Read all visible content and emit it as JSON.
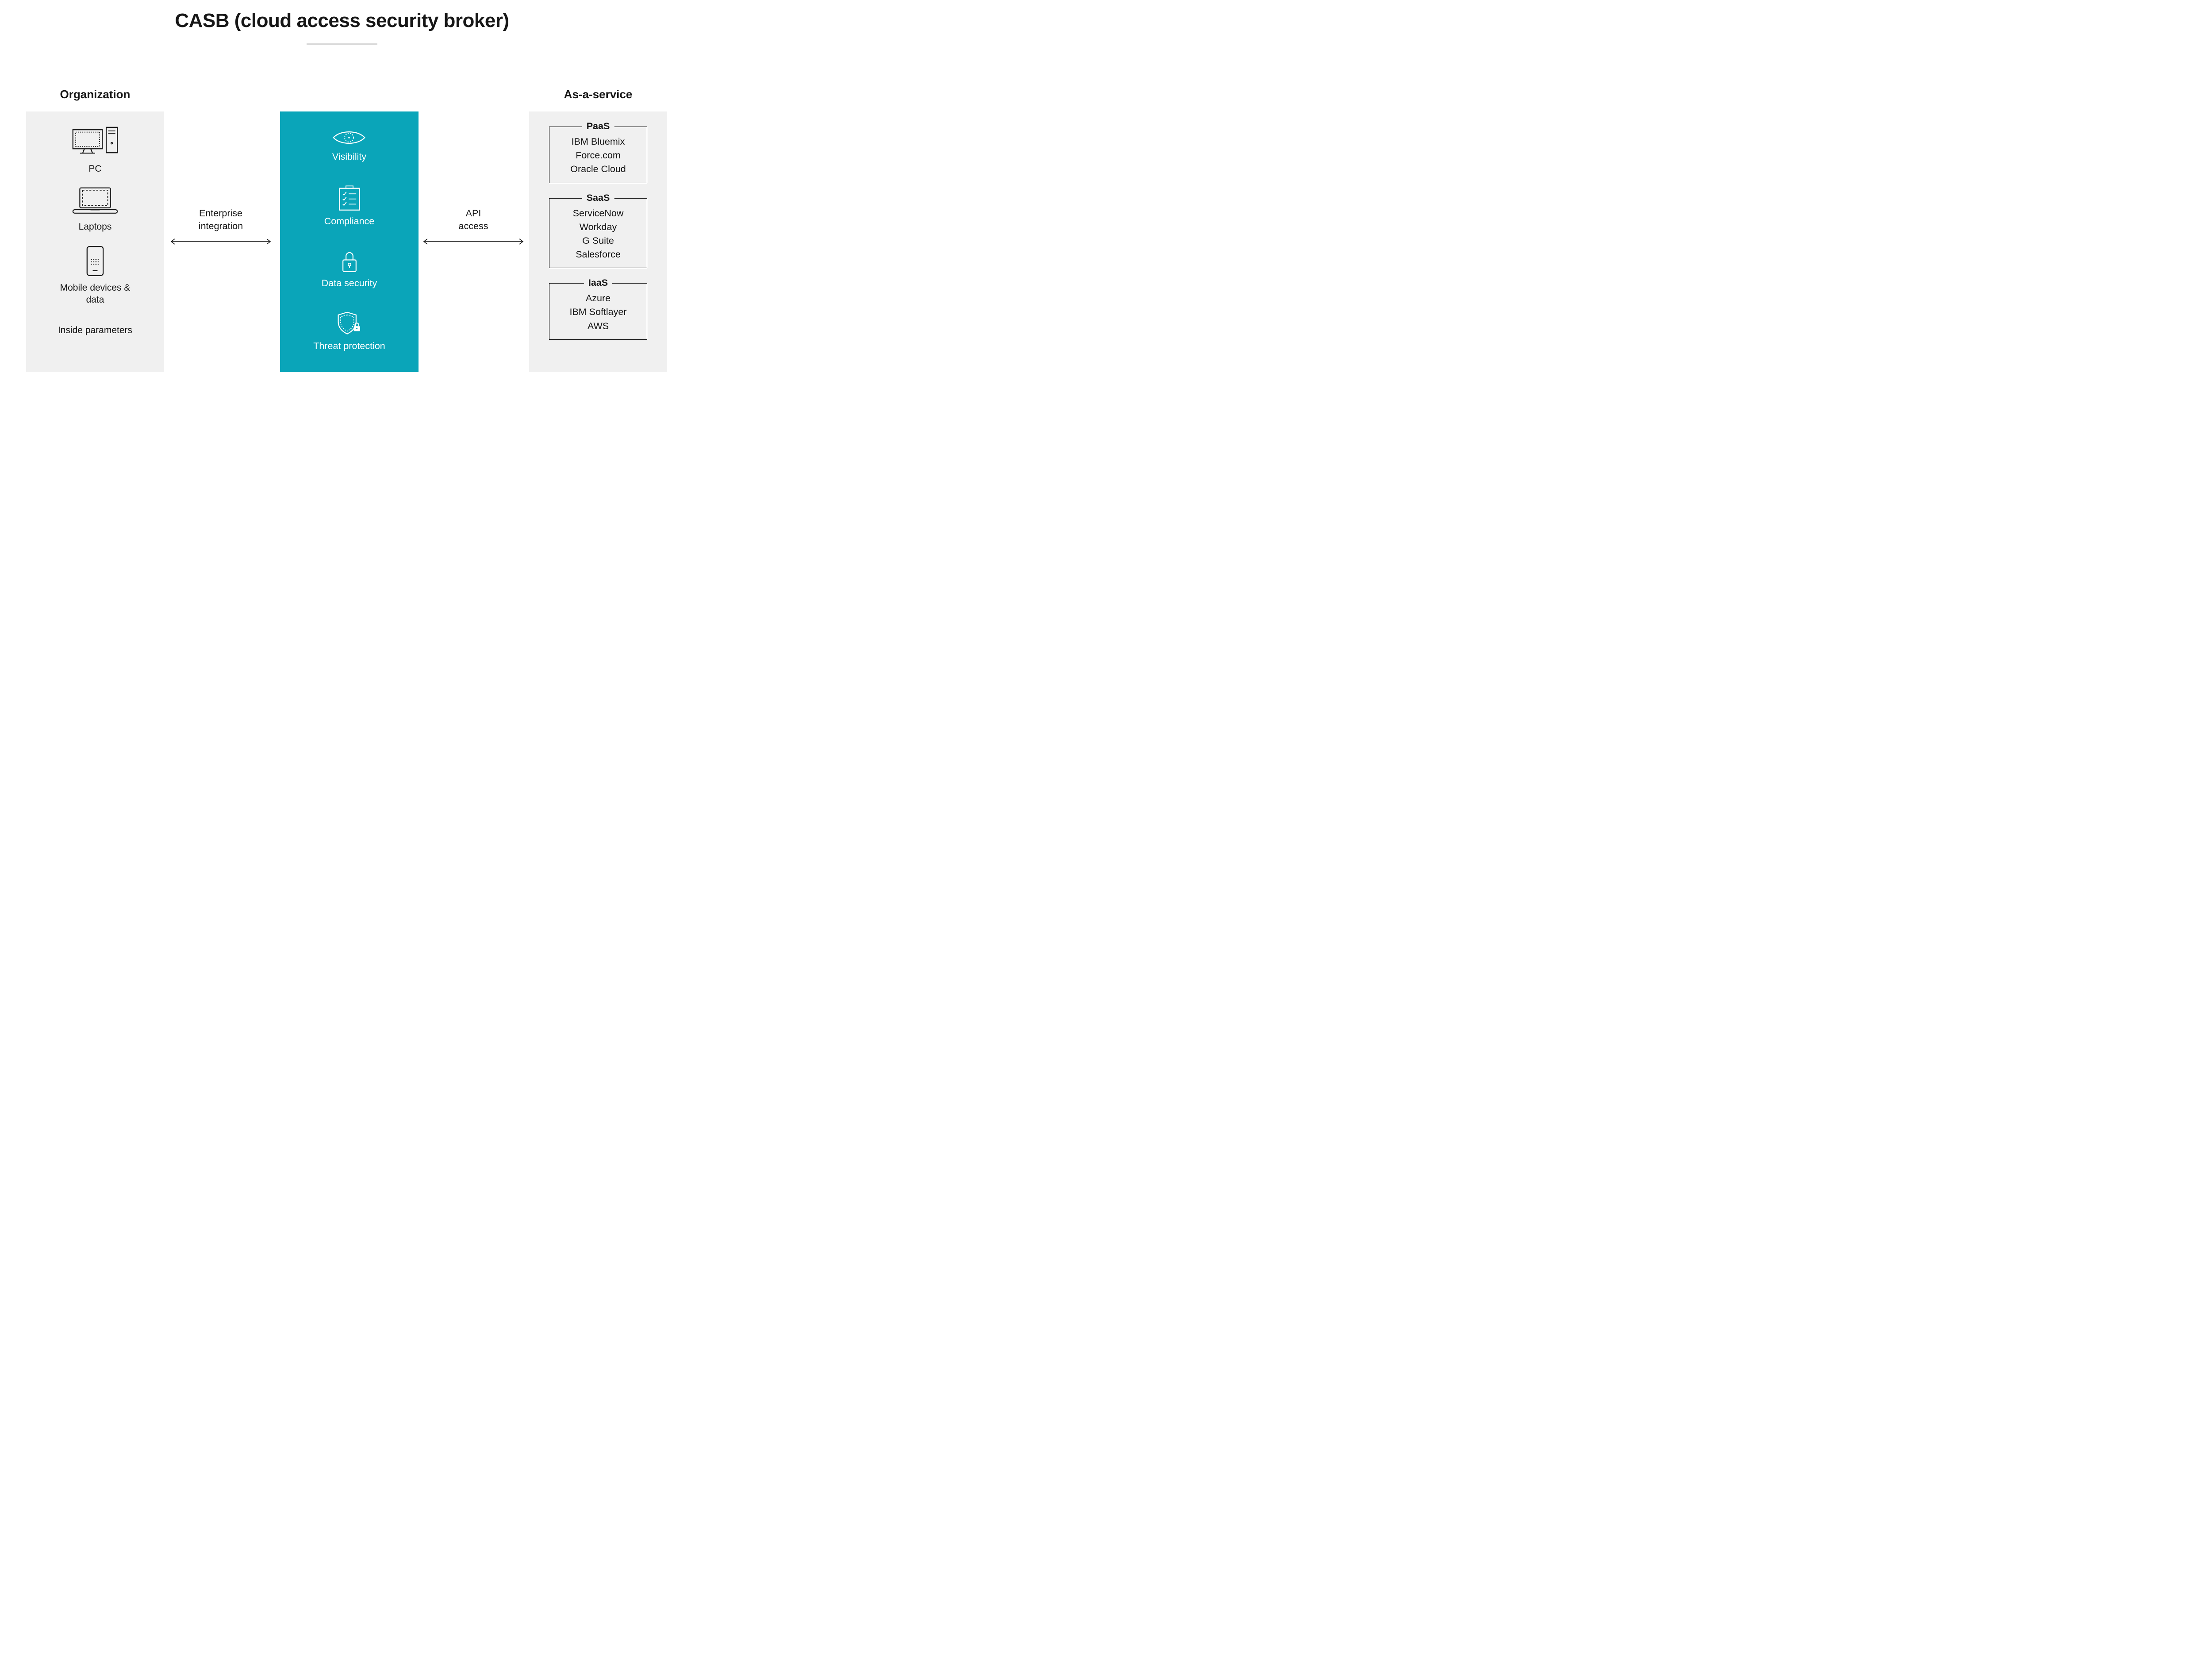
{
  "title": "CASB (cloud access security broker)",
  "colors": {
    "teal": "#0aa5b9",
    "panel_gray": "#f0f0f0",
    "text_dark": "#161616",
    "divider_gray": "#d9d9d9",
    "white": "#ffffff"
  },
  "organization": {
    "heading": "Organization",
    "items": [
      {
        "icon": "pc-icon",
        "label": "PC"
      },
      {
        "icon": "laptop-icon",
        "label": "Laptops"
      },
      {
        "icon": "mobile-icon",
        "label": "Mobile devices & data"
      }
    ],
    "footer": "Inside parameters"
  },
  "casb": {
    "items": [
      {
        "icon": "eye-icon",
        "label": "Visibility"
      },
      {
        "icon": "checklist-icon",
        "label": "Compliance"
      },
      {
        "icon": "lock-icon",
        "label": "Data security"
      },
      {
        "icon": "shield-lock-icon",
        "label": "Threat protection"
      }
    ]
  },
  "connectors": {
    "left": "Enterprise integration",
    "right": "API access"
  },
  "as_a_service": {
    "heading": "As-a-service",
    "groups": [
      {
        "title": "PaaS",
        "items": [
          "IBM Bluemix",
          "Force.com",
          "Oracle Cloud"
        ]
      },
      {
        "title": "SaaS",
        "items": [
          "ServiceNow",
          "Workday",
          "G Suite",
          "Salesforce"
        ]
      },
      {
        "title": "IaaS",
        "items": [
          "Azure",
          "IBM Softlayer",
          "AWS"
        ]
      }
    ]
  }
}
